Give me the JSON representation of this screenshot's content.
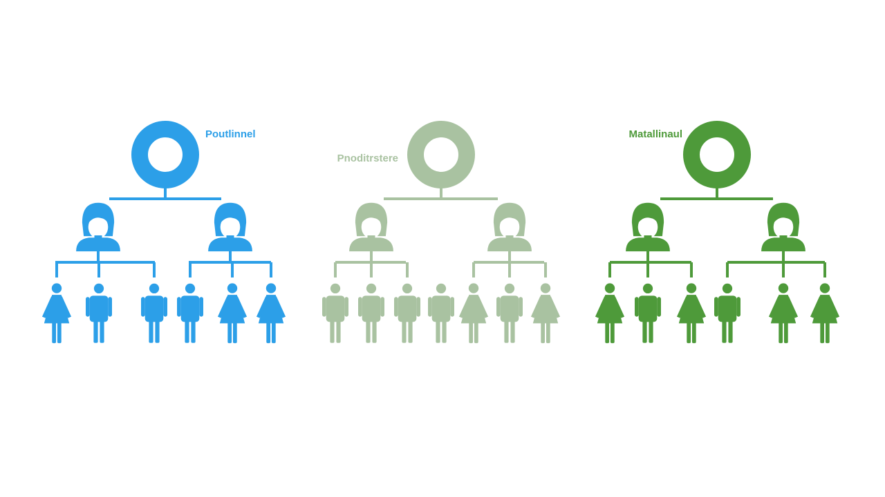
{
  "diagrams": [
    {
      "label": "Poutlinnel",
      "color": "#2c9fe8",
      "root_icon": "ring-node-icon",
      "managers": [
        {
          "icon": "woman-bust-icon",
          "children": [
            "woman-icon",
            "man-icon",
            "man-icon"
          ]
        },
        {
          "icon": "woman-bust-icon",
          "children": [
            "man-icon",
            "woman-icon",
            "woman-icon"
          ]
        }
      ]
    },
    {
      "label": "Pnoditrstere",
      "color": "#a9c2a1",
      "root_icon": "ring-node-icon",
      "managers": [
        {
          "icon": "woman-bust-icon",
          "children": [
            "man-icon",
            "man-icon",
            "man-icon",
            "man-icon"
          ]
        },
        {
          "icon": "woman-bust-icon",
          "children": [
            "woman-icon",
            "man-icon",
            "woman-icon"
          ]
        }
      ]
    },
    {
      "label": "Matallinaul",
      "color": "#4e9a3a",
      "root_icon": "ring-node-icon",
      "managers": [
        {
          "icon": "woman-bust-icon",
          "children": [
            "woman-icon",
            "man-icon",
            "woman-icon"
          ]
        },
        {
          "icon": "woman-bust-icon",
          "children": [
            "man-icon",
            "woman-icon",
            "woman-icon"
          ]
        }
      ]
    }
  ]
}
